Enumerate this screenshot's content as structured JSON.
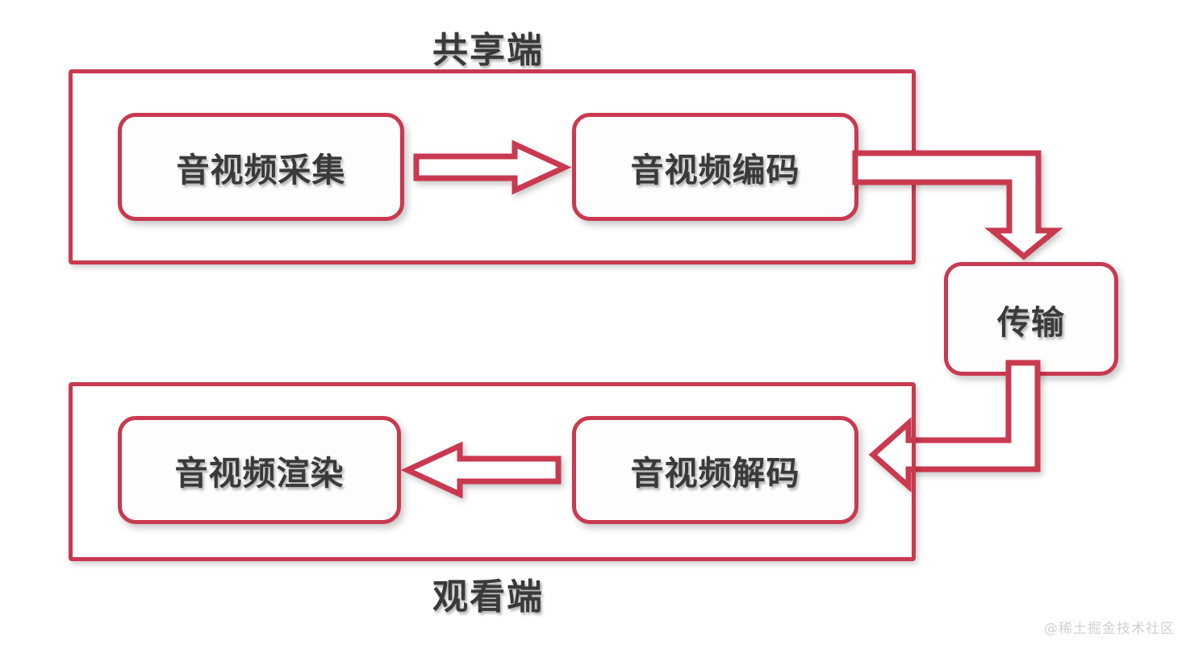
{
  "diagram": {
    "title_top": "共享端",
    "title_bottom": "观看端",
    "accent_color": "#c9394f",
    "text_color": "#3a3a3a",
    "background_color": "#ffffff",
    "groups": [
      {
        "id": "share-end",
        "caption": "共享端",
        "nodes": [
          "音视频采集",
          "音视频编码"
        ]
      },
      {
        "id": "view-end",
        "caption": "观看端",
        "nodes": [
          "音视频渲染",
          "音视频解码"
        ]
      }
    ],
    "nodes": {
      "capture": "音视频采集",
      "encode": "音视频编码",
      "transmit": "传输",
      "decode": "音视频解码",
      "render": "音视频渲染"
    },
    "flow": [
      {
        "from": "音视频采集",
        "to": "音视频编码",
        "direction": "right"
      },
      {
        "from": "音视频编码",
        "to": "传输",
        "direction": "down-elbow"
      },
      {
        "from": "传输",
        "to": "音视频解码",
        "direction": "left-elbow"
      },
      {
        "from": "音视频解码",
        "to": "音视频渲染",
        "direction": "left"
      }
    ]
  },
  "watermark": {
    "text": "@稀土掘金技术社区"
  }
}
